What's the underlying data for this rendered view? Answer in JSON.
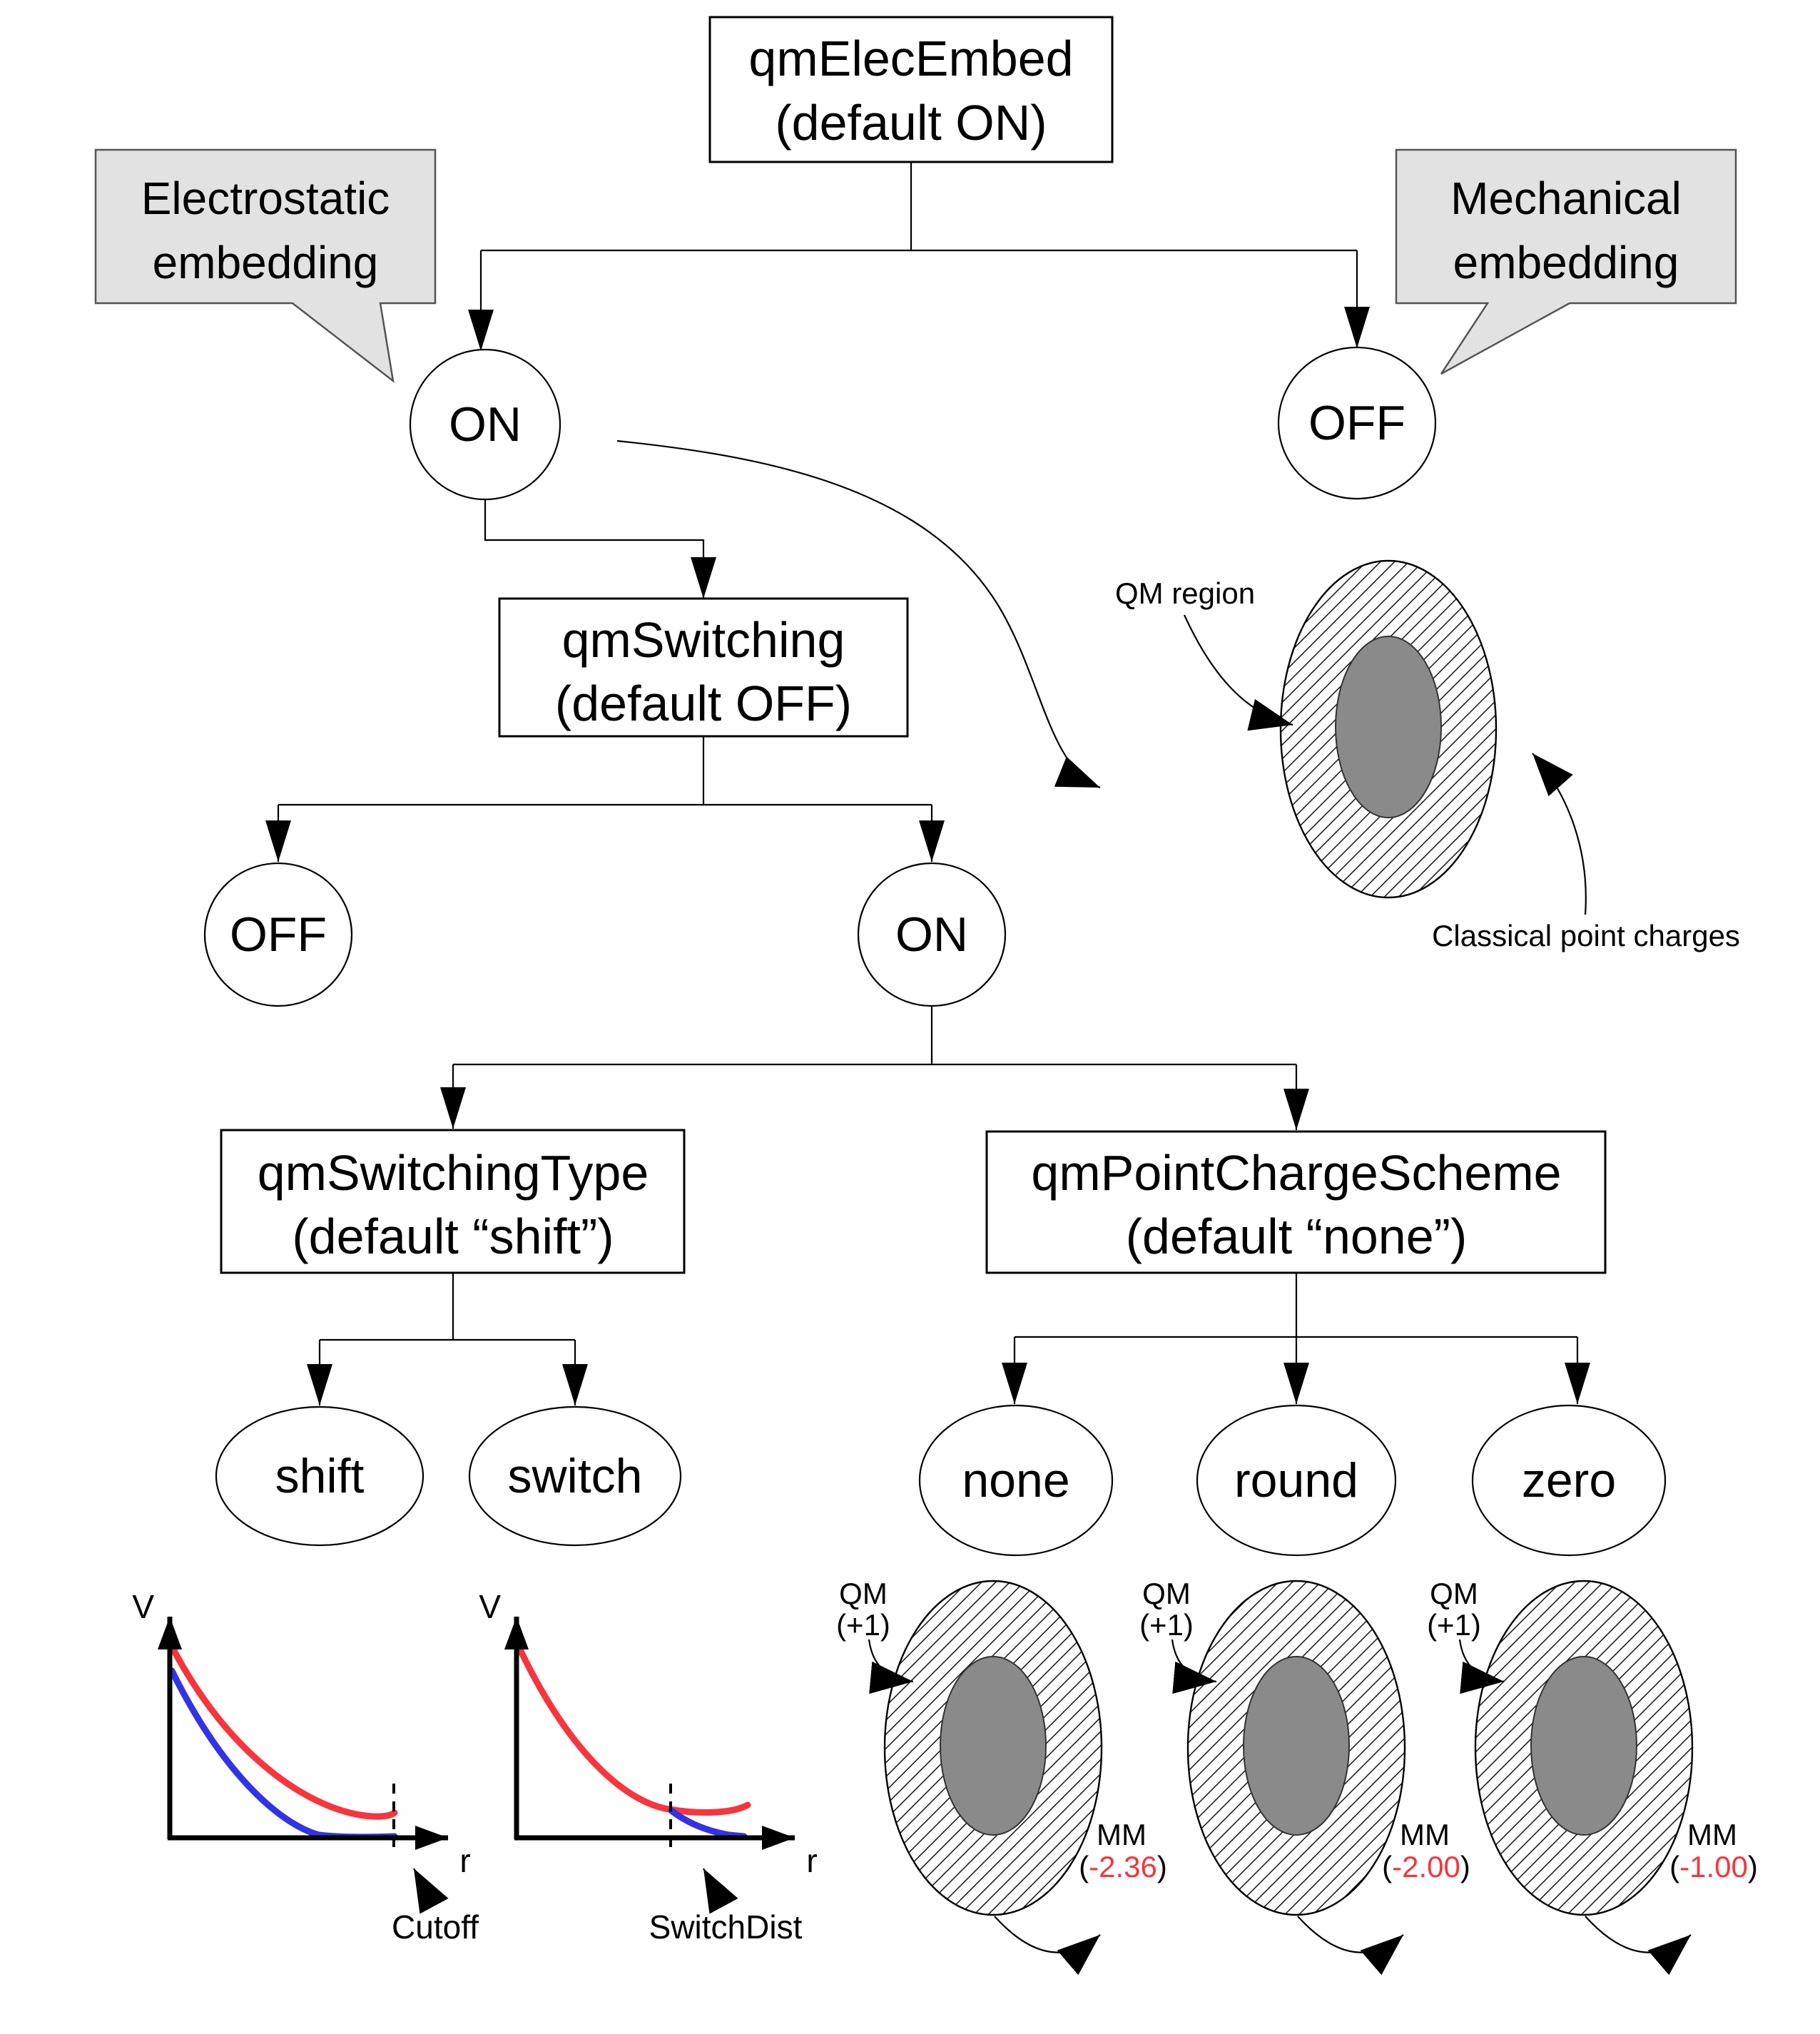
{
  "nodes": {
    "root": {
      "line1": "qmElecEmbed",
      "line2": "(default ON)"
    },
    "elec_on": "ON",
    "elec_off": "OFF",
    "qm_switching": {
      "line1": "qmSwitching",
      "line2": "(default OFF)"
    },
    "switching_off": "OFF",
    "switching_on": "ON",
    "qm_switching_type": {
      "line1": "qmSwitchingType",
      "line2": "(default “shift”)"
    },
    "qm_point_charge_scheme": {
      "line1": "qmPointChargeScheme",
      "line2": "(default “none”)"
    },
    "shift": "shift",
    "switch": "switch",
    "none": "none",
    "round": "round",
    "zero": "zero"
  },
  "callouts": {
    "electrostatic": {
      "line1": "Electrostatic",
      "line2": "embedding"
    },
    "mechanical": {
      "line1": "Mechanical",
      "line2": "embedding"
    }
  },
  "region_figure": {
    "qm_label": "QM region",
    "classical_label": "Classical point charges"
  },
  "plots": {
    "shift_plot": {
      "v_label": "V",
      "r_label": "r",
      "marker_label": "Cutoff"
    },
    "switch_plot": {
      "v_label": "V",
      "r_label": "r",
      "marker_label": "SwitchDist"
    }
  },
  "charge_figures": [
    {
      "id": "none",
      "qm_line1": "QM",
      "qm_line2": "(+1)",
      "mm_label": "MM",
      "mm_open": "(",
      "mm_value": "-2.36",
      "mm_close": ")"
    },
    {
      "id": "round",
      "qm_line1": "QM",
      "qm_line2": "(+1)",
      "mm_label": "MM",
      "mm_open": "(",
      "mm_value": "-2.00",
      "mm_close": ")"
    },
    {
      "id": "zero",
      "qm_line1": "QM",
      "qm_line2": "(+1)",
      "mm_label": "MM",
      "mm_open": "(",
      "mm_value": "-1.00",
      "mm_close": ")"
    }
  ],
  "colors": {
    "red": "#f8343c",
    "blue": "#3333e6",
    "inner_gray": "#8a8a8a",
    "callout_fill": "#e2e2e2",
    "line": "#000000"
  }
}
